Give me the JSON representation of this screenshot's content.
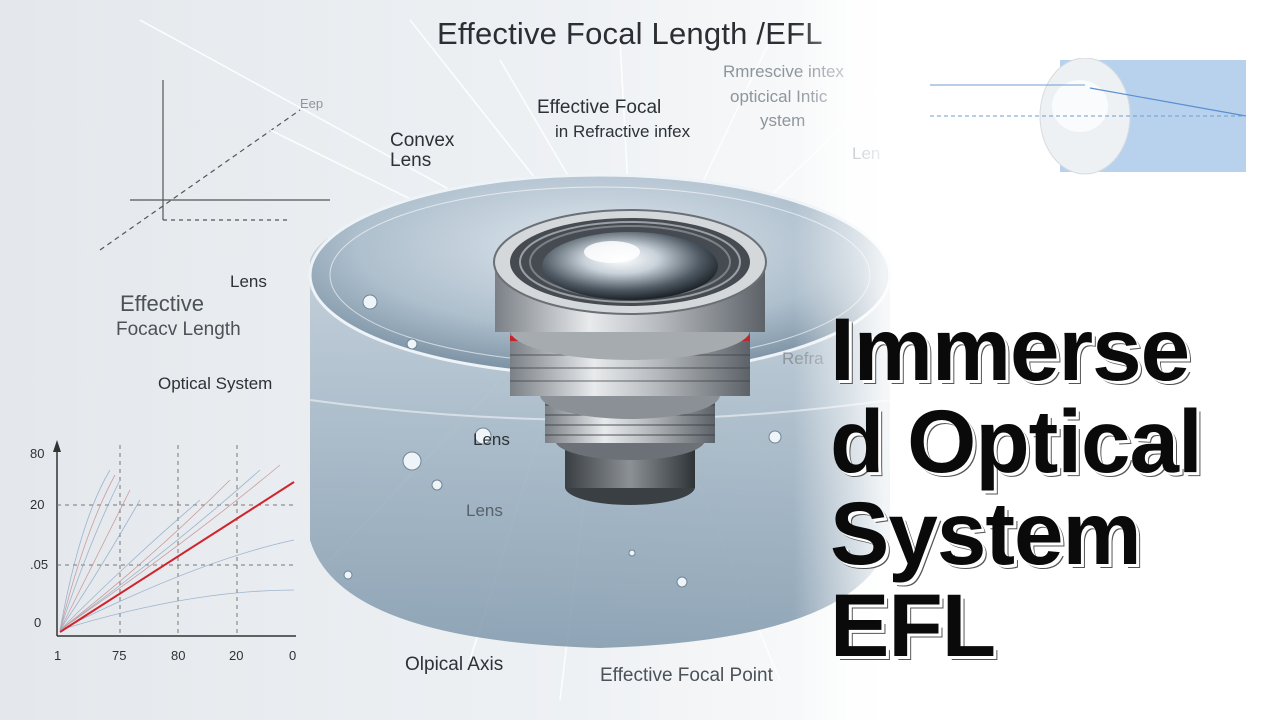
{
  "illustration": {
    "title": "Effective Focal Length  /EFL",
    "labels": {
      "eep": "Eep",
      "convex_lens": "Convex\nLens",
      "effective_focal_top": "Effective Focal",
      "refractive_index_top": "in Refractive infex",
      "remrescive_index": "Rmrescive intex",
      "optical_intic": "opticical Intic",
      "system": "ystem",
      "lens_right": "Len",
      "lens_left": "Lens",
      "effective": "Effective",
      "focacv_length": "Focacv Length",
      "optical_system": "Optical System",
      "refra": "Refra",
      "lens_mid": "Lens",
      "lens_low": "Lens",
      "optical_axis": "Olpical Axis",
      "effective_focal_point": "Effective Focal Point"
    },
    "graph_ticks": {
      "y": [
        "80",
        "20",
        ".05",
        "0"
      ],
      "x": [
        "1",
        "75",
        "80",
        "20",
        "0"
      ]
    }
  },
  "headline": {
    "line1": "Immerse",
    "line2": "d Optical",
    "line3": "System",
    "line4": "EFL"
  },
  "colors": {
    "headline": "#0a0a0a",
    "accent_red": "#c0262c",
    "water": "#9fb6c8",
    "thumb_blue": "#b8d2ee"
  }
}
